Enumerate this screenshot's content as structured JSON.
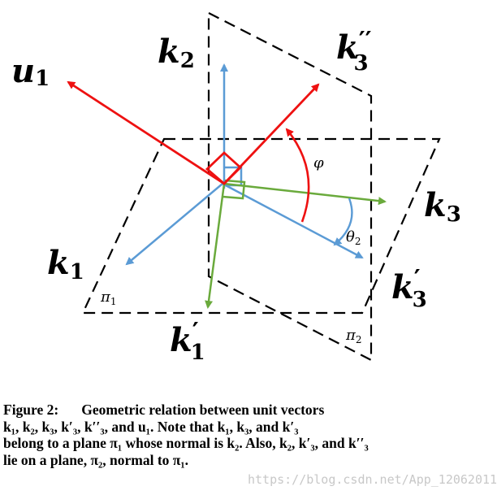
{
  "labels": {
    "u1": {
      "base": "u",
      "sub": "1"
    },
    "k2": {
      "base": "k",
      "sub": "2"
    },
    "k3pp": {
      "base": "k",
      "sub": "3",
      "sup": "′′"
    },
    "k3": {
      "base": "k",
      "sub": "3"
    },
    "k1": {
      "base": "k",
      "sub": "1"
    },
    "k3p": {
      "base": "k",
      "sub": "3",
      "sup": "′"
    },
    "k1p": {
      "base": "k",
      "sub": "1",
      "sup": "′"
    },
    "phi": "φ",
    "theta2": {
      "base": "θ",
      "sub": "2"
    },
    "pi1": {
      "base": "π",
      "sub": "1"
    },
    "pi2": {
      "base": "π",
      "sub": "2"
    }
  },
  "caption": {
    "line1": {
      "figure": "Figure 2:",
      "rest": "Geometric relation between unit vectors"
    },
    "line2": "k₁, k₂, k₃, k′₃, k′′₃, and u₁. Note that k₁, k₃, and k′₃",
    "line3": "belong to a plane π₁ whose normal is k₂. Also, k₂, k′₃, and k′′₃",
    "line4": "lie on a plane, π₂, normal to π₁."
  },
  "watermark": "https://blog.csdn.net/App_12062011",
  "colors": {
    "red": "#ee1111",
    "blue": "#5b9bd5",
    "green": "#6aaa3c",
    "dashed": "#000000"
  }
}
